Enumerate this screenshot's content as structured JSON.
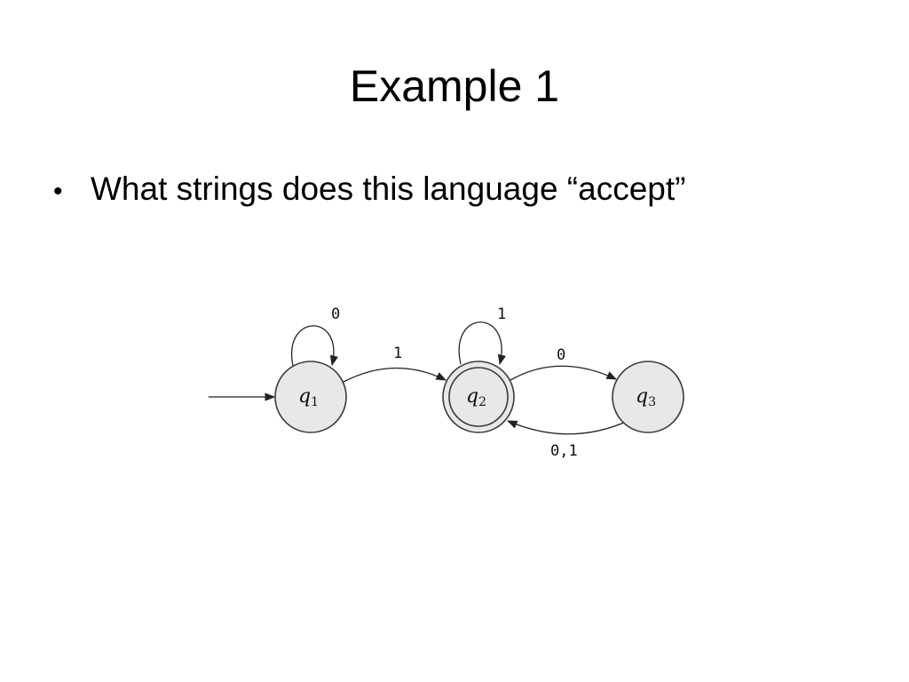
{
  "slide": {
    "title": "Example 1",
    "bullets": [
      {
        "marker": "•",
        "text": "What strings does this language “accept”"
      }
    ]
  },
  "diagram": {
    "states": [
      {
        "id": "q1",
        "name": "q",
        "sub": "1",
        "start": true,
        "accept": false
      },
      {
        "id": "q2",
        "name": "q",
        "sub": "2",
        "start": false,
        "accept": true
      },
      {
        "id": "q3",
        "name": "q",
        "sub": "3",
        "start": false,
        "accept": false
      }
    ],
    "transitions": [
      {
        "from": "q1",
        "to": "q1",
        "label": "0"
      },
      {
        "from": "q1",
        "to": "q2",
        "label": "1"
      },
      {
        "from": "q2",
        "to": "q2",
        "label": "1"
      },
      {
        "from": "q2",
        "to": "q3",
        "label": "0"
      },
      {
        "from": "q3",
        "to": "q2",
        "label": "0,1"
      }
    ],
    "colors": {
      "state_fill": "#e8e8e8",
      "stroke": "#3a3a3a"
    }
  }
}
